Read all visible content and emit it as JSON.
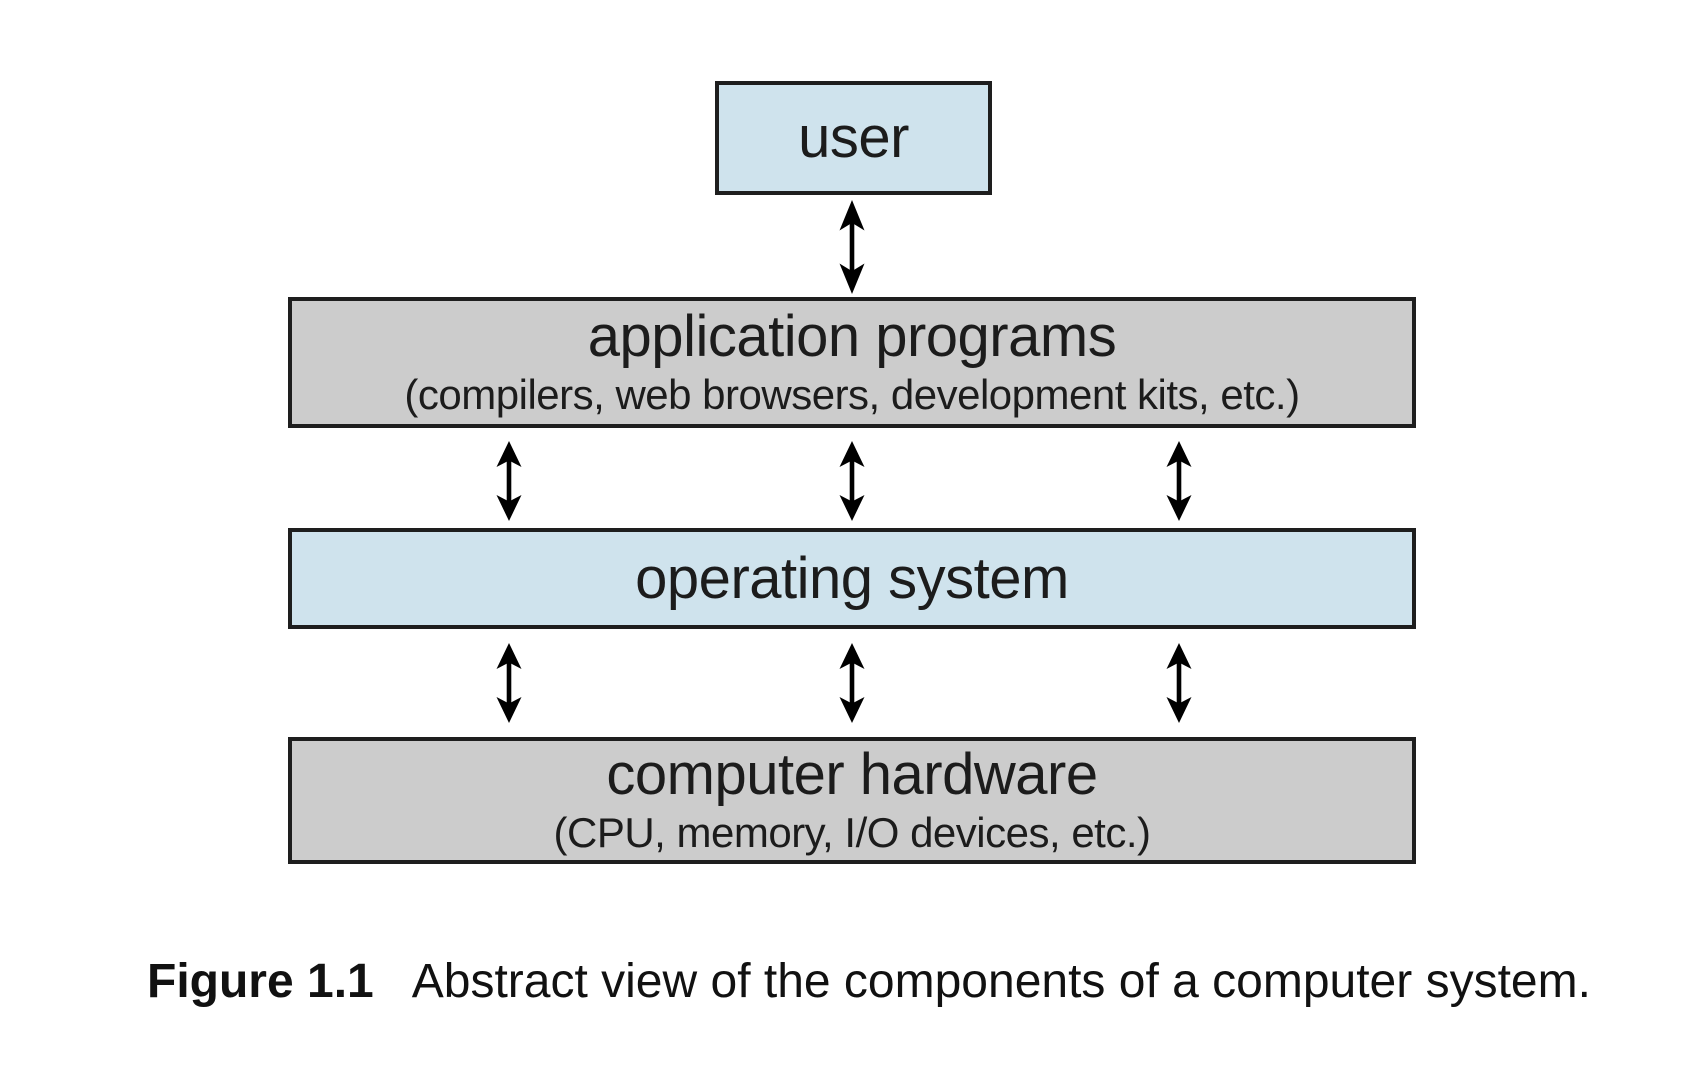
{
  "figure": {
    "boxes": [
      {
        "id": "user",
        "label": "user",
        "sublabel": ""
      },
      {
        "id": "application-programs",
        "label": "application programs",
        "sublabel": "(compilers, web browsers, development kits, etc.)"
      },
      {
        "id": "operating-system",
        "label": "operating system",
        "sublabel": ""
      },
      {
        "id": "computer-hardware",
        "label": "computer hardware",
        "sublabel": "(CPU, memory, I/O devices, etc.)"
      }
    ],
    "caption": {
      "label": "Figure 1.1",
      "text": "Abstract view of the components of a computer system."
    },
    "colors": {
      "box_blue": "#cfe3ed",
      "box_gray": "#cccccc",
      "border": "#1e1e1e",
      "arrow": "#111111",
      "text": "#1c1c1c",
      "background": "#ffffff"
    },
    "icons": {
      "connector": "double-arrow"
    }
  }
}
